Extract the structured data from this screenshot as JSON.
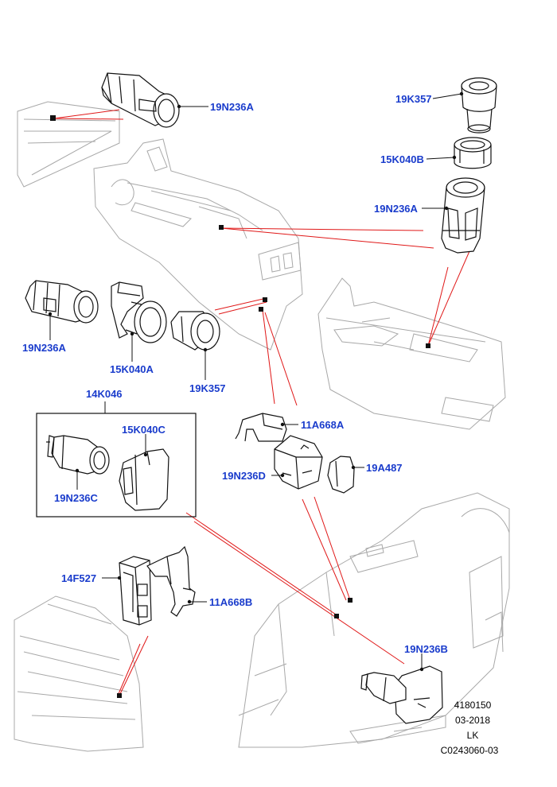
{
  "colors": {
    "callout": "#1a3ccc",
    "leader_red": "#e01818",
    "outline": "#111111",
    "ghost": "#a8a8a8"
  },
  "callouts": {
    "c1": "19N236A",
    "c2": "19K357",
    "c3": "15K040B",
    "c4": "19N236A",
    "c5": "19N236A",
    "c6": "15K040A",
    "c7": "19K357",
    "c8": "14K046",
    "c9": "15K040C",
    "c10": "19N236C",
    "c11": "11A668A",
    "c12": "19N236D",
    "c13": "19A487",
    "c14": "14F527",
    "c15": "11A668B",
    "c16": "19N236B"
  },
  "footer": {
    "illustration_no": "4180150",
    "date": "03-2018",
    "initials": "LK",
    "ref": "C0243060-03"
  }
}
